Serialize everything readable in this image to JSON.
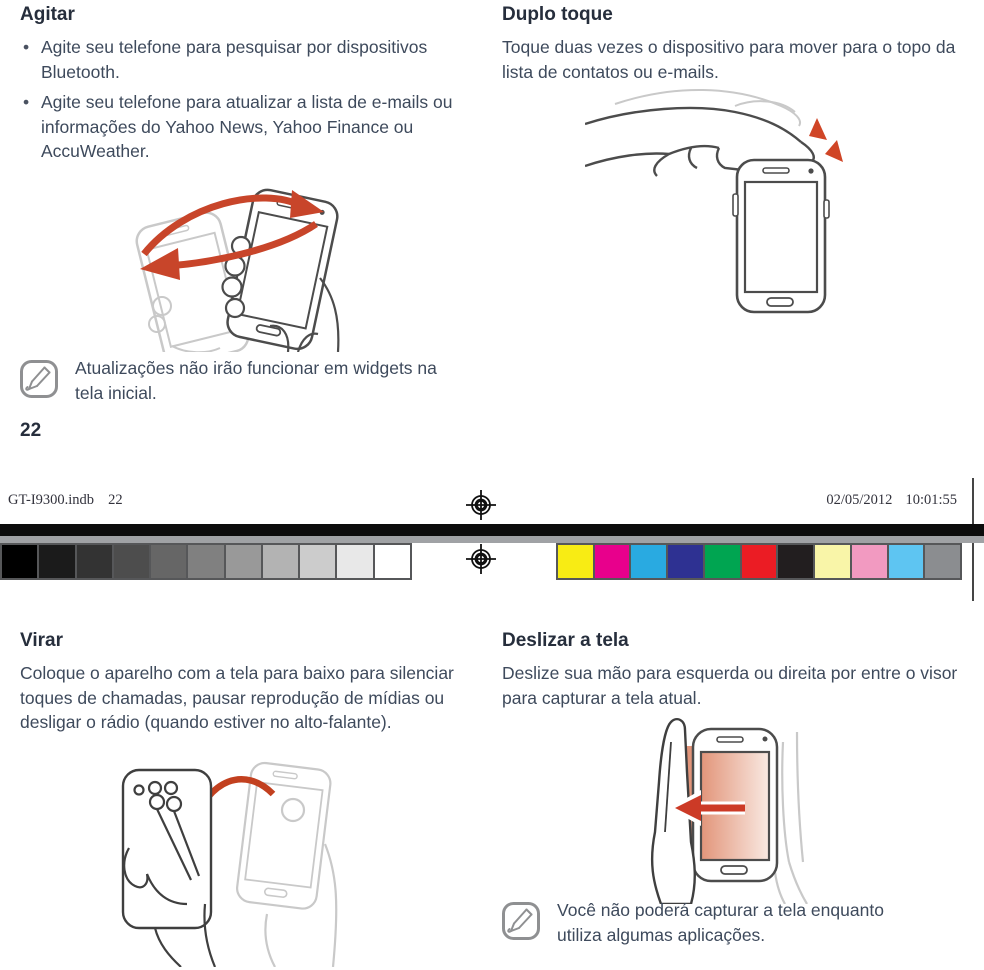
{
  "page": {
    "page_number": "22",
    "background": "#ffffff"
  },
  "sections": {
    "agitar": {
      "title": "Agitar",
      "bullets": [
        "Agite seu telefone para pesquisar por dispositivos Bluetooth.",
        "Agite seu telefone para atualizar a lista de e-mails ou informações do Yahoo News, Yahoo Finance ou AccuWeather."
      ],
      "note": "Atualizações não irão funcionar em widgets na tela inicial."
    },
    "duplo_toque": {
      "title": "Duplo toque",
      "body": "Toque duas vezes o dispositivo para mover para o topo da lista de contatos ou e-mails."
    },
    "virar": {
      "title": "Virar",
      "body": "Coloque o aparelho com a tela para baixo para silenciar toques de chamadas, pausar reprodução de mídias ou desligar o rádio (quando estiver no alto-falante)."
    },
    "deslizar": {
      "title": "Deslizar a tela",
      "body": "Deslize sua mão para esquerda ou direita por entre o visor para capturar a tela atual.",
      "note": "Você não poderá capturar a tela enquanto utiliza algumas aplicações."
    }
  },
  "print_marks": {
    "filename": "GT-I9300.indb",
    "file_page": "22",
    "date": "02/05/2012",
    "time": "10:01:55",
    "grayscale_swatches": [
      "#000000",
      "#1b1b1b",
      "#333333",
      "#4d4d4d",
      "#666666",
      "#808080",
      "#999999",
      "#b3b3b3",
      "#cccccc",
      "#e8e8e8",
      "#ffffff"
    ],
    "color_swatches": [
      "#f8ec14",
      "#e8008c",
      "#29aae1",
      "#2e3192",
      "#00a551",
      "#eb1c24",
      "#221e1f",
      "#f9f5a8",
      "#f29ac1",
      "#5ec5f2",
      "#8b8d90"
    ]
  },
  "colors": {
    "heading_text": "#262e3c",
    "body_text": "#3e4a5c",
    "accent_red": "#c8452a",
    "swatch_border": "#565759",
    "bar_black": "#0c0c0c",
    "bar_gray": "#a0a2a5",
    "illustration_dark": "#4c4c4c",
    "illustration_ghost": "#c9c9c9",
    "swipe_highlight": "#e2957a"
  },
  "icons": {
    "note_icon": "pencil-note-icon",
    "registration_mark": "registration-mark"
  }
}
